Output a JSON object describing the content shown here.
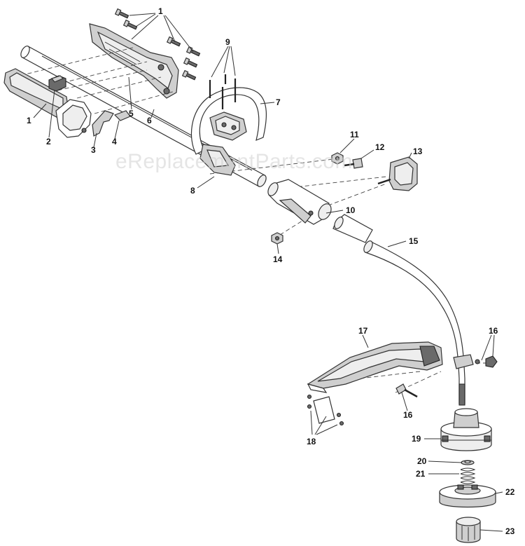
{
  "watermark": "eReplacementParts.com",
  "callouts": {
    "c1_top": "1",
    "c1_left": "1",
    "c2": "2",
    "c3": "3",
    "c4": "4",
    "c5": "5",
    "c6": "6",
    "c7": "7",
    "c8": "8",
    "c9": "9",
    "c10": "10",
    "c11": "11",
    "c12": "12",
    "c13": "13",
    "c14": "14",
    "c15": "15",
    "c16_right": "16",
    "c16_bottom": "16",
    "c17": "17",
    "c18": "18",
    "c19": "19",
    "c20": "20",
    "c21": "21",
    "c22": "22",
    "c23": "23"
  }
}
